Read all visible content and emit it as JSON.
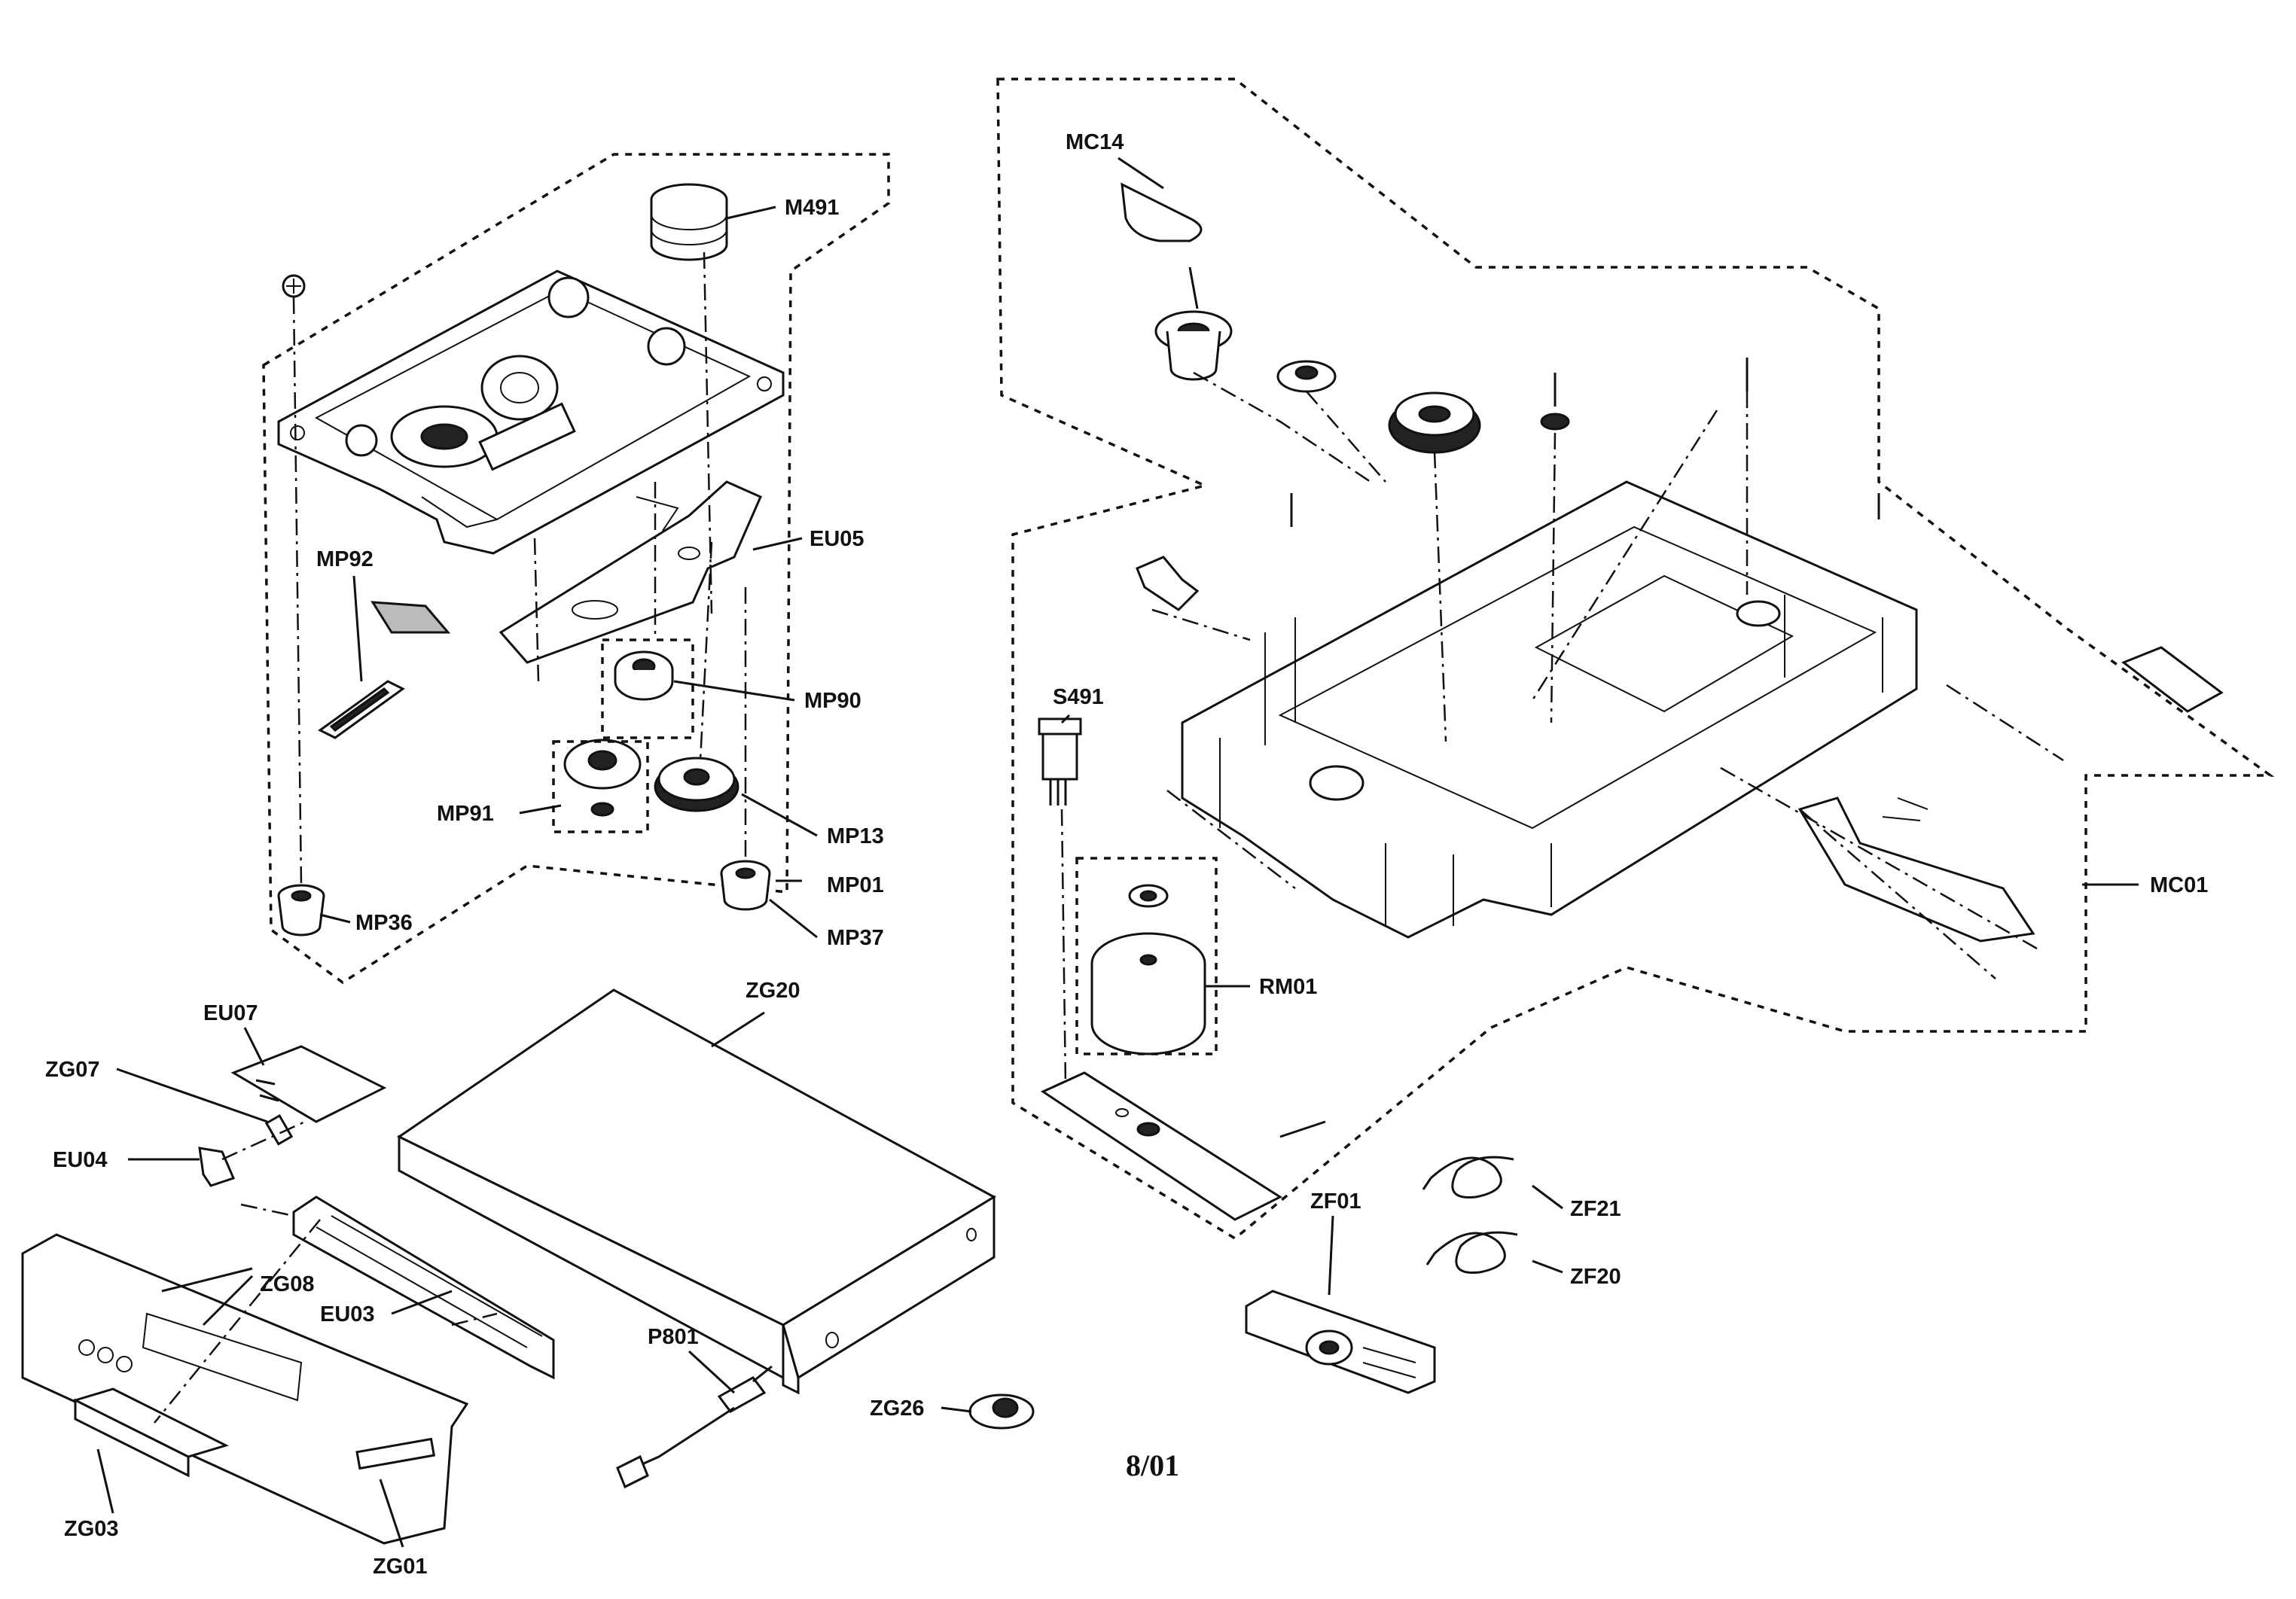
{
  "labels": {
    "M491": "M491",
    "EU05": "EU05",
    "MP92": "MP92",
    "MP90": "MP90",
    "MP91": "MP91",
    "MP13": "MP13",
    "MP01": "MP01",
    "MP36": "MP36",
    "MP37": "MP37",
    "MC14": "MC14",
    "S491": "S491",
    "RM01": "RM01",
    "MC01": "MC01",
    "EU07": "EU07",
    "ZG07": "ZG07",
    "EU04": "EU04",
    "ZG20": "ZG20",
    "ZG08": "ZG08",
    "EU03": "EU03",
    "P801": "P801",
    "ZG26": "ZG26",
    "ZF01": "ZF01",
    "ZF21": "ZF21",
    "ZF20": "ZF20",
    "ZG03": "ZG03",
    "ZG01": "ZG01"
  },
  "date_stamp": "8/01"
}
